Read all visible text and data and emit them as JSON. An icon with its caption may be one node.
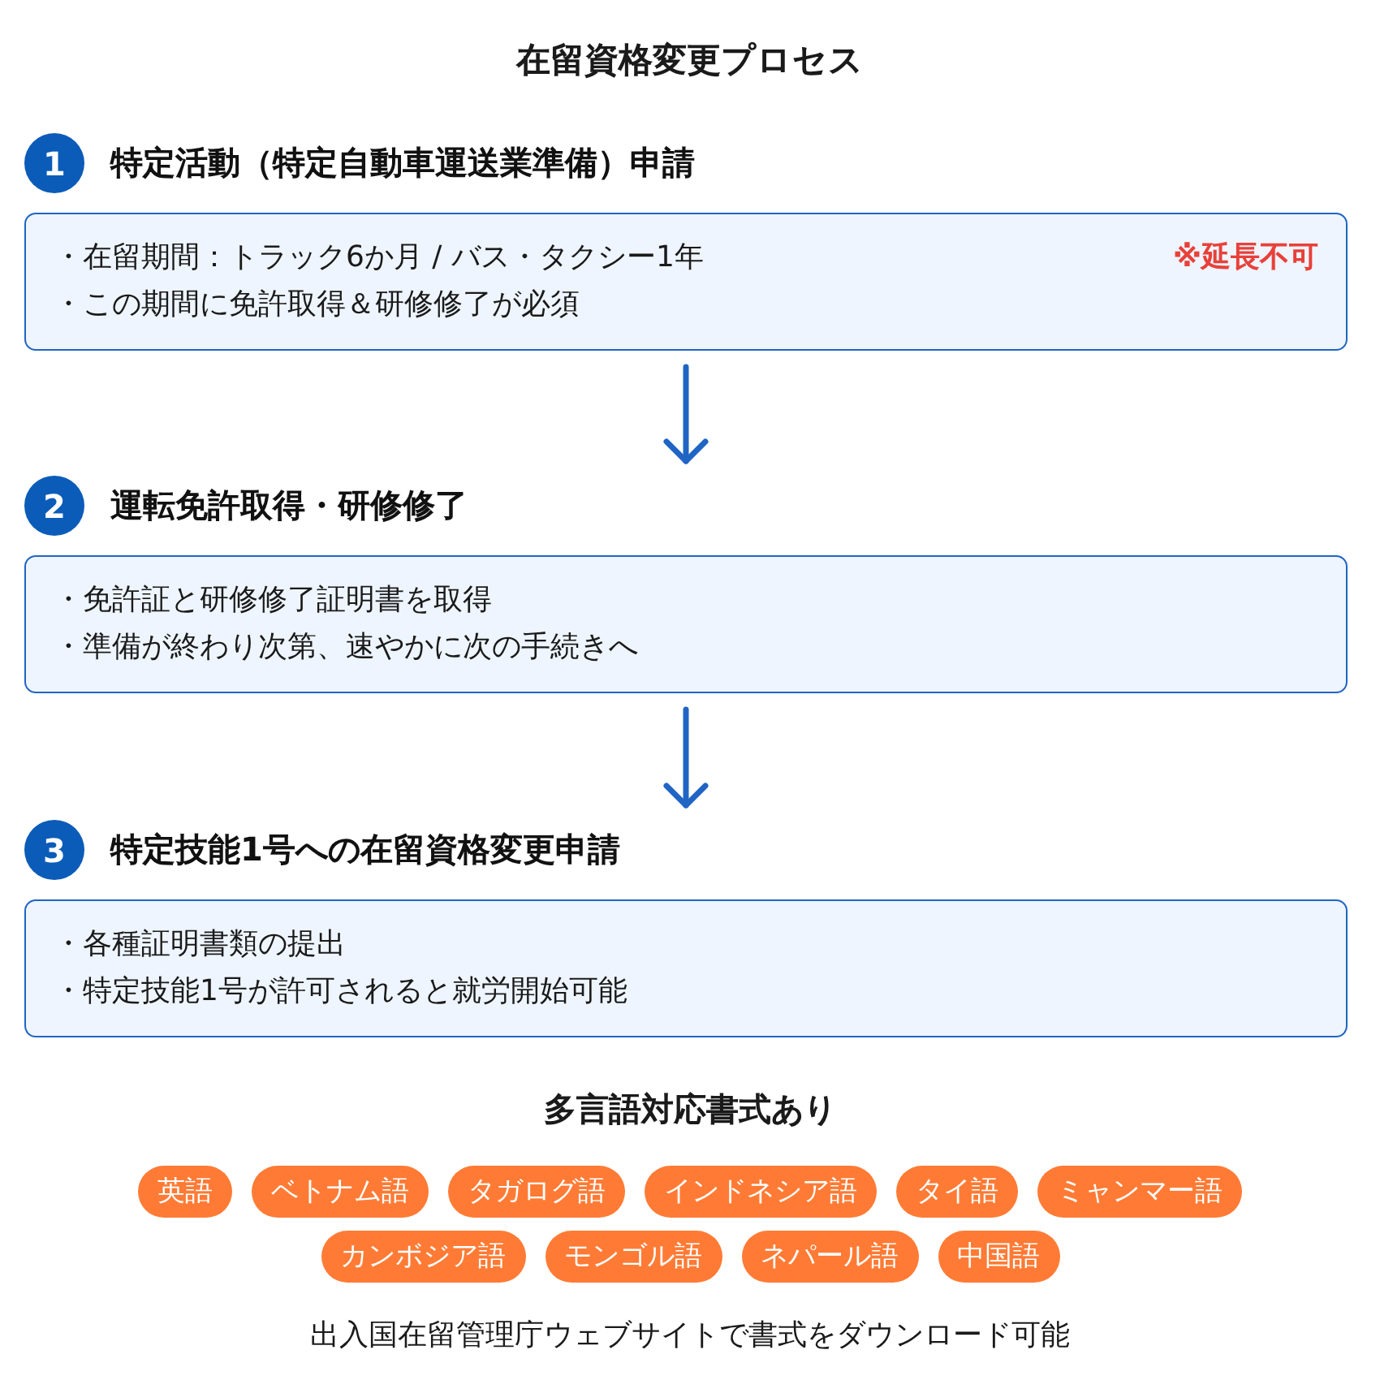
{
  "diagram": {
    "title": "在留資格変更プロセス",
    "nodes": [
      {
        "text": [
          "1"
        ]
      },
      {
        "text": [
          "特定活動（特定自動車運送業準備）申請",
          "・在留期間：トラック6か月 / バス・タクシー1年",
          "※延長不可",
          "・この期間に免許取得＆研修修了が必須"
        ]
      },
      {
        "text": [
          "2"
        ]
      },
      {
        "text": [
          "運転免許取得・研修修了",
          "・免許証と研修修了証明書を取得",
          "・準備が終わり次第、速やかに次の手続きへ"
        ]
      },
      {
        "text": [
          "3"
        ]
      },
      {
        "text": [
          "特定技能1号への在留資格変更申請",
          "・各種証明書類の提出",
          "・特定技能1号が許可されると就労開始可能"
        ]
      },
      {
        "text": [
          "英語"
        ]
      },
      {
        "text": [
          "ベトナム語"
        ]
      },
      {
        "text": [
          "タガログ語"
        ]
      },
      {
        "text": [
          "インドネシア語"
        ]
      },
      {
        "text": [
          "タイ語"
        ]
      },
      {
        "text": [
          "ミャンマー語"
        ]
      },
      {
        "text": [
          "カンボジア語"
        ]
      },
      {
        "text": [
          "モンゴル語"
        ]
      },
      {
        "text": [
          "ネパール語"
        ]
      },
      {
        "text": [
          "中国語"
        ]
      }
    ],
    "edges": [
      {
        "from": 1,
        "to": 3,
        "arrow": "to"
      },
      {
        "from": 3,
        "to": 5,
        "arrow": "to"
      }
    ],
    "labels": [
      "多言語対応書式あり",
      "出入国在留管理庁ウェブサイトで書式をダウンロード可能"
    ]
  }
}
